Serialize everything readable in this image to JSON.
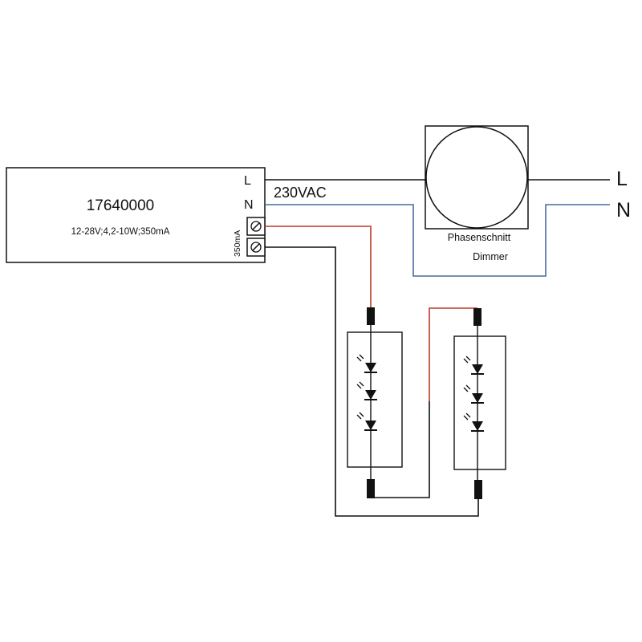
{
  "driver": {
    "model": "17640000",
    "spec": "12-28V;4,2-10W;350mA",
    "terminal_L": "L",
    "terminal_N": "N",
    "output_label": "350mA"
  },
  "supply": {
    "voltage": "230VAC",
    "mains_L": "L",
    "mains_N": "N"
  },
  "dimmer": {
    "line1": "Phasenschnitt",
    "line2": "Dimmer"
  },
  "colors": {
    "line": "#111111",
    "neutral": "#4a6a9c",
    "positive": "#c0392b",
    "negative": "#111111"
  },
  "led_modules": [
    {
      "led_count": 3
    },
    {
      "led_count": 3
    }
  ]
}
